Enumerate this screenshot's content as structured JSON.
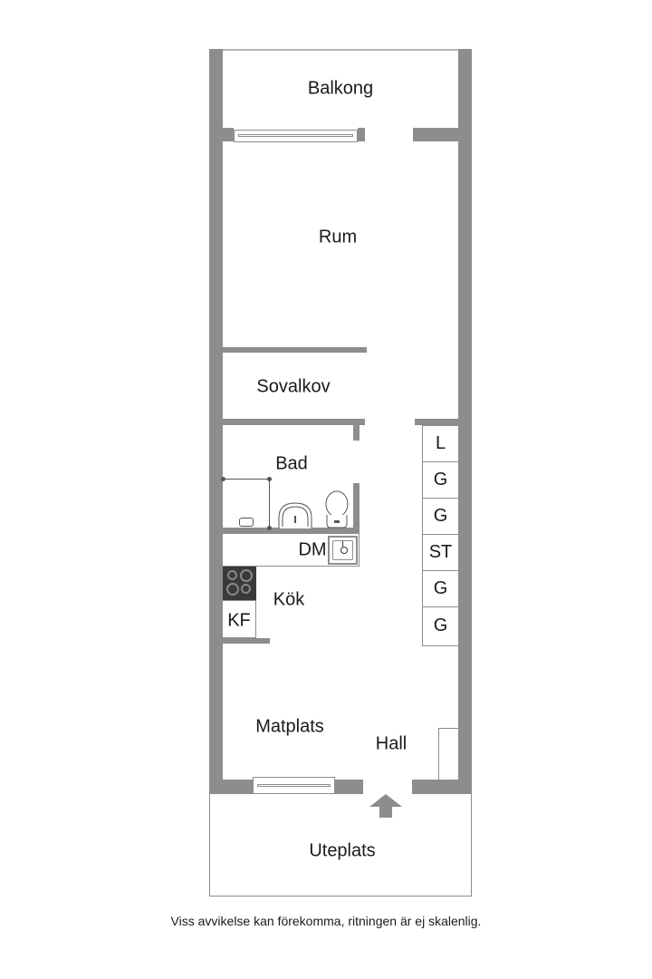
{
  "plan": {
    "colors": {
      "wall": "#8c8d8f",
      "text": "#1a1a1a",
      "background": "#ffffff",
      "stove": "#3a3a3a"
    },
    "rooms": {
      "balkong": "Balkong",
      "rum": "Rum",
      "sovalkov": "Sovalkov",
      "bad": "Bad",
      "dm": "DM",
      "kok": "Kök",
      "kf": "KF",
      "matplats": "Matplats",
      "hall": "Hall",
      "uteplats": "Uteplats"
    },
    "closets": [
      "L",
      "G",
      "G",
      "ST",
      "G",
      "G"
    ],
    "icons": {
      "entrance": "entrance-arrow-icon",
      "stove": "stove-icon",
      "sink": "sink-icon",
      "toilet": "toilet-icon",
      "washbasin": "washbasin-icon",
      "shower": "shower-icon"
    }
  },
  "footer": {
    "disclaimer": "Viss avvikelse kan förekomma, ritningen är ej skalenlig."
  }
}
